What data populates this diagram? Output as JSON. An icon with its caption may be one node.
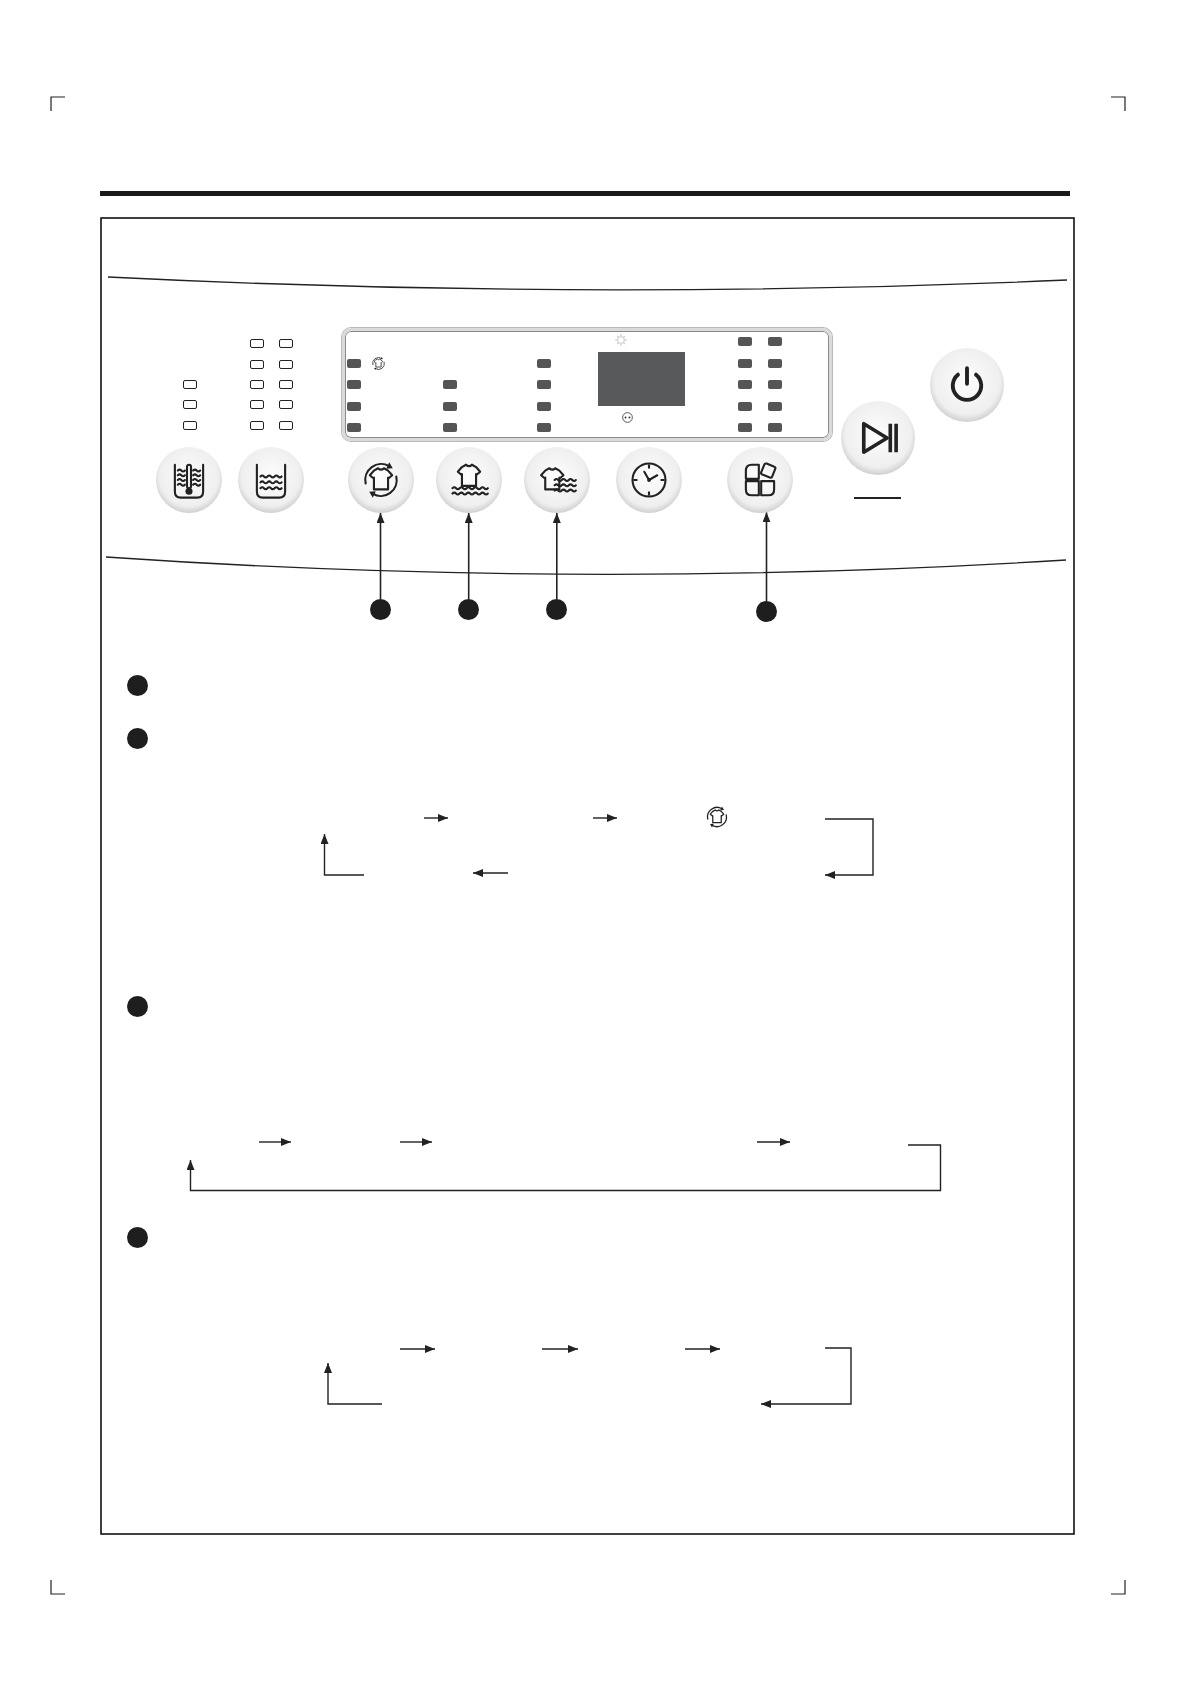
{
  "diagram": {
    "nodes": [
      {
        "text": [],
        "shape": "box"
      },
      {
        "text": [],
        "shape": "box",
        "in": 0
      },
      {
        "text": [],
        "shape": "circle"
      },
      {
        "text": [],
        "shape": "circle"
      },
      {
        "text": [],
        "shape": "circle"
      },
      {
        "text": [],
        "shape": "circle"
      },
      {
        "text": [],
        "shape": "circle"
      },
      {
        "text": [],
        "shape": "circle"
      },
      {
        "text": [],
        "shape": "circle"
      },
      {
        "text": [],
        "shape": "circle"
      },
      {
        "text": [],
        "shape": "circle"
      },
      {
        "text": [],
        "shape": "circle"
      },
      {
        "text": [],
        "shape": "circle"
      },
      {
        "text": [],
        "shape": "circle"
      },
      {
        "text": [],
        "shape": "circle"
      },
      {
        "text": [],
        "shape": "circle"
      },
      {
        "text": [],
        "shape": "circle"
      },
      {
        "text": [],
        "shape": "circle"
      },
      {
        "text": [],
        "shape": "circle"
      }
    ],
    "edges": [
      {
        "from": 11,
        "to": 4,
        "arrow": "to"
      },
      {
        "from": 12,
        "to": 5,
        "arrow": "to"
      },
      {
        "from": 13,
        "to": 6,
        "arrow": "to"
      },
      {
        "from": 14,
        "to": 8,
        "arrow": "to"
      }
    ]
  }
}
